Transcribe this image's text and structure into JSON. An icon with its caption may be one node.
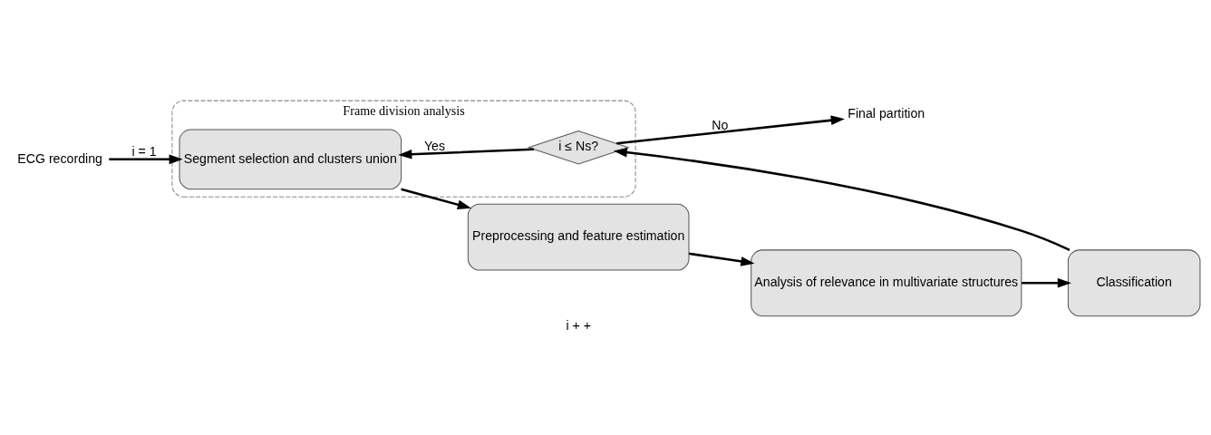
{
  "diagram": {
    "nodes": [
      {
        "text": [
          "ECG recording"
        ]
      },
      {
        "text": [
          "Frame division analysis"
        ]
      },
      {
        "text": [
          "Segment selection and clusters union"
        ],
        "in": 1
      },
      {
        "text": [
          "i ≤ Ns?"
        ],
        "in": 1
      },
      {
        "text": [
          "Final partition"
        ]
      },
      {
        "text": [
          "Preprocessing and feature estimation"
        ]
      },
      {
        "text": [
          "Analysis of relevance in multivariate structures"
        ]
      },
      {
        "text": [
          "Classification"
        ]
      }
    ],
    "edges": [
      {
        "from": 0,
        "to": 2,
        "arrow": "to",
        "label": "i = 1"
      },
      {
        "from": 3,
        "to": 2,
        "arrow": "to",
        "label": "Yes"
      },
      {
        "from": 3,
        "to": 4,
        "arrow": "to",
        "label": "No"
      },
      {
        "from": 2,
        "to": 5,
        "arrow": "to"
      },
      {
        "from": 5,
        "to": 6,
        "arrow": "to"
      },
      {
        "from": 6,
        "to": 7,
        "arrow": "to"
      },
      {
        "from": 7,
        "to": 3,
        "arrow": "to"
      }
    ],
    "labels": [
      "i + +"
    ]
  }
}
